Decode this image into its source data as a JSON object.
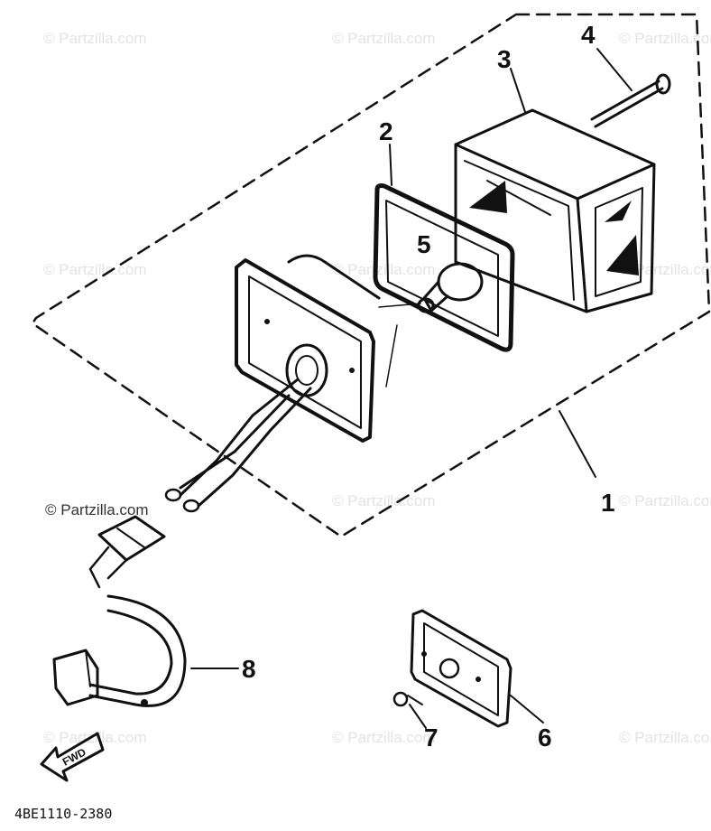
{
  "watermarks": [
    {
      "id": "wm-1",
      "text": "© Partzilla.com"
    },
    {
      "id": "wm-2",
      "text": "© Partzilla.com"
    },
    {
      "id": "wm-3",
      "text": "© Partzilla.com"
    },
    {
      "id": "wm-4",
      "text": "© Partzilla.com"
    },
    {
      "id": "wm-5",
      "text": "© Partzilla.com"
    },
    {
      "id": "wm-6",
      "text": "© Partzilla.com"
    },
    {
      "id": "wm-7",
      "text": "© Partzilla.com"
    },
    {
      "id": "wm-8",
      "text": "© Partzilla.com"
    },
    {
      "id": "wm-9",
      "text": "© Partzilla.com"
    },
    {
      "id": "wm-10",
      "text": "© Partzilla.com"
    },
    {
      "id": "wm-11",
      "text": "© Partzilla.com"
    },
    {
      "id": "wm-12",
      "text": "© Partzilla.com"
    }
  ],
  "callouts": [
    "1",
    "2",
    "3",
    "4",
    "5",
    "6",
    "7",
    "8"
  ],
  "fwd_label": "FWD",
  "diagram_code": "4BE1110-2380"
}
